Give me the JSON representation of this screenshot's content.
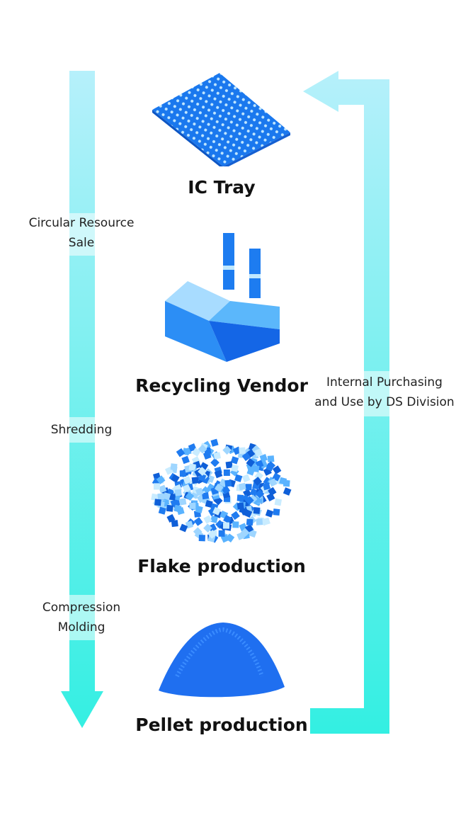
{
  "steps": [
    {
      "title": "IC Tray",
      "icon": "ic-tray-icon"
    },
    {
      "title": "Recycling Vendor",
      "icon": "factory-icon"
    },
    {
      "title": "Flake production",
      "icon": "flakes-icon"
    },
    {
      "title": "Pellet production",
      "icon": "pellets-icon"
    }
  ],
  "left_labels": [
    {
      "line1": "Circular Resource",
      "line2": "Sale"
    },
    {
      "line1": "Shredding"
    },
    {
      "line1": "Compression",
      "line2": "Molding"
    }
  ],
  "right_label": {
    "line1": "Internal Purchasing",
    "line2": "and Use by DS Division"
  },
  "colors": {
    "arrow_top": "#b6f0fb",
    "arrow_bottom": "#33efe2",
    "illustration_blue": "#1f7bf0"
  }
}
